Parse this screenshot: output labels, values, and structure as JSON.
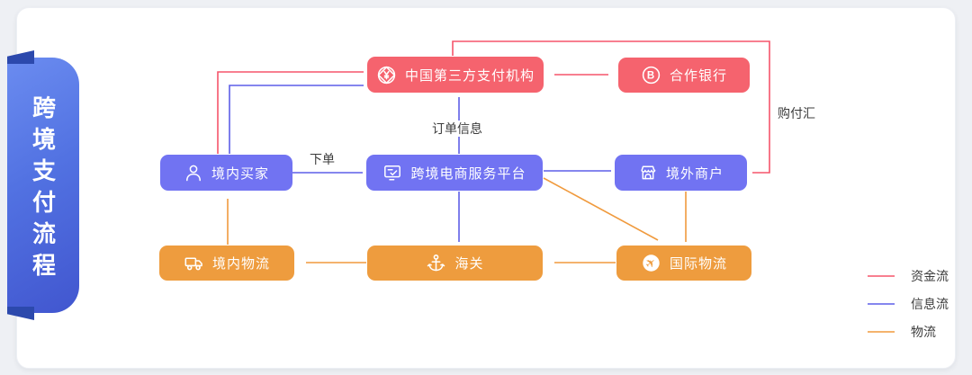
{
  "page": {
    "background": "#eef0f4",
    "card_background": "#ffffff"
  },
  "ribbon": {
    "title": "跨境支付流程",
    "color_top": "#6b8cf0",
    "color_bottom": "#4156cf"
  },
  "nodes": {
    "payment_institution": {
      "label": "中国第三方支付机构",
      "icon": "yuan-badge-icon",
      "color": "#f5636e"
    },
    "partner_bank": {
      "label": "合作银行",
      "icon": "bank-b-icon",
      "color": "#f5636e"
    },
    "domestic_buyer": {
      "label": "境内买家",
      "icon": "user-icon",
      "color": "#7173f2"
    },
    "ecommerce_platform": {
      "label": "跨境电商服务平台",
      "icon": "monitor-check-icon",
      "color": "#7173f2"
    },
    "overseas_merchant": {
      "label": "境外商户",
      "icon": "storefront-icon",
      "color": "#7173f2"
    },
    "domestic_logistics": {
      "label": "境内物流",
      "icon": "truck-icon",
      "color": "#ee9c3e"
    },
    "customs": {
      "label": "海关",
      "icon": "anchor-icon",
      "color": "#ee9c3e"
    },
    "intl_logistics": {
      "label": "国际物流",
      "icon": "globe-plane-icon",
      "color": "#ee9c3e"
    }
  },
  "edge_labels": {
    "place_order": "下单",
    "order_info": "订单信息",
    "fx_purchase": "购付汇"
  },
  "edges": [
    {
      "from": "domestic_buyer",
      "to": "payment_institution",
      "type": "资金流"
    },
    {
      "from": "domestic_buyer",
      "to": "payment_institution",
      "type": "信息流"
    },
    {
      "from": "domestic_buyer",
      "to": "ecommerce_platform",
      "type": "信息流",
      "label": "下单"
    },
    {
      "from": "ecommerce_platform",
      "to": "payment_institution",
      "type": "信息流",
      "label": "订单信息"
    },
    {
      "from": "payment_institution",
      "to": "partner_bank",
      "type": "资金流",
      "bidirectional": true
    },
    {
      "from": "payment_institution",
      "to": "overseas_merchant",
      "type": "资金流",
      "label": "购付汇"
    },
    {
      "from": "ecommerce_platform",
      "to": "overseas_merchant",
      "type": "信息流"
    },
    {
      "from": "ecommerce_platform",
      "to": "customs",
      "type": "信息流"
    },
    {
      "from": "ecommerce_platform",
      "to": "intl_logistics",
      "type": "物流"
    },
    {
      "from": "overseas_merchant",
      "to": "intl_logistics",
      "type": "物流"
    },
    {
      "from": "intl_logistics",
      "to": "customs",
      "type": "物流"
    },
    {
      "from": "customs",
      "to": "domestic_logistics",
      "type": "物流"
    },
    {
      "from": "domestic_logistics",
      "to": "domestic_buyer",
      "type": "物流"
    }
  ],
  "legend": {
    "items": [
      {
        "label": "资金流",
        "color": "#f5556b"
      },
      {
        "label": "信息流",
        "color": "#5d5fe8"
      },
      {
        "label": "物流",
        "color": "#f09a3d"
      }
    ]
  }
}
